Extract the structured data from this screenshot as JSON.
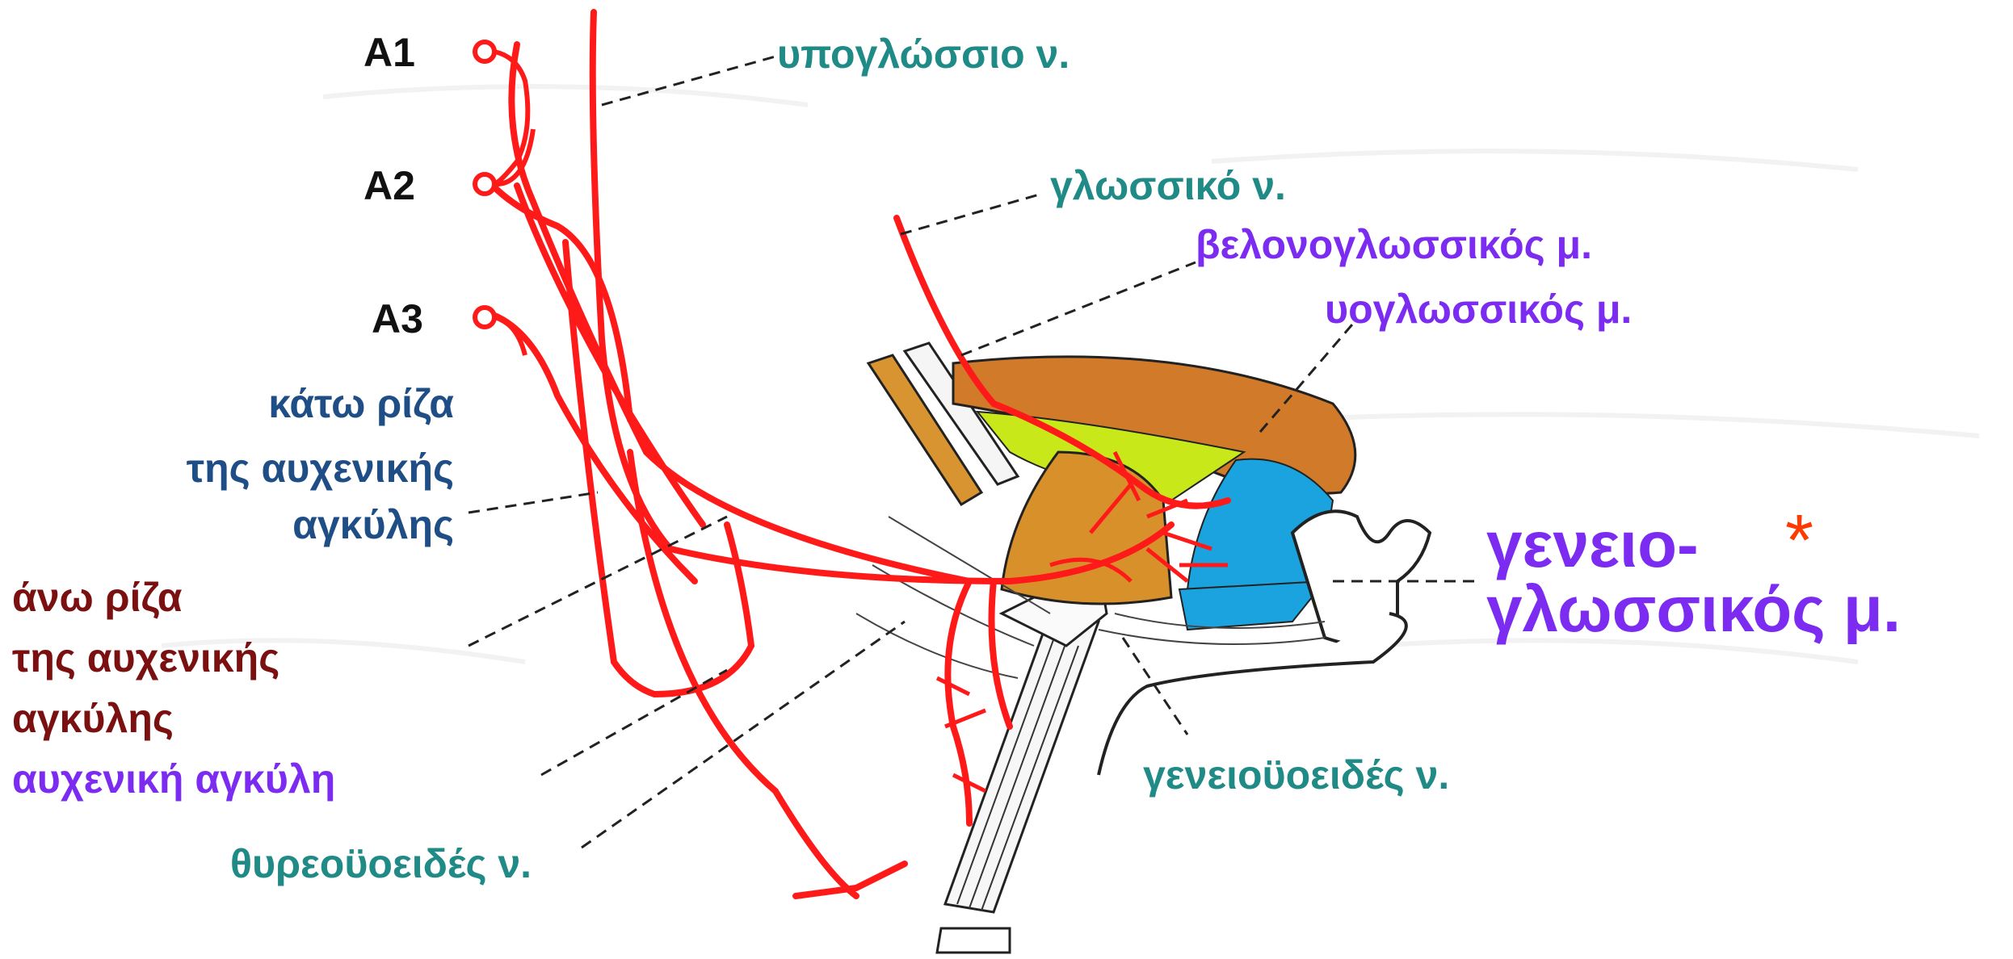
{
  "colors": {
    "nerve_red": "#ff1a1a",
    "teal": "#1f8a86",
    "navy": "#1f4e86",
    "dark_red": "#7a1010",
    "purple": "#7b2cf0",
    "big_purple": "#7b2cf0",
    "star": "#ff3a00",
    "styloglossus": "#d89430",
    "hyoglossus_yellow": "#c8e81a",
    "tongue_orange": "#d07a2a",
    "genioglossus_blue": "#1aa3de"
  },
  "labels": {
    "a1": "A1",
    "a2": "A2",
    "a3": "A3",
    "hypoglossal_nerve": "υπογλώσσιο ν.",
    "lingual_nerve": "γλωσσικό ν.",
    "styloglossus": "βελονογλωσσικός μ.",
    "hyoglossus": "υογλωσσικός μ.",
    "genioglossus_line1": "γενειο-",
    "genioglossus_line2": "γλωσσικός μ.",
    "star": "*",
    "inferior_root_1": "κάτω ρίζα",
    "inferior_root_2": "της αυχενικής",
    "inferior_root_3": "αγκύλης",
    "superior_root_1": "άνω ρίζα",
    "superior_root_2": "της αυχενικής",
    "superior_root_3": "αγκύλης",
    "ansa_cervicalis": "αυχενική αγκύλη",
    "geniohyoid_nerve": "γενειοϋοειδές ν.",
    "thyrohyoid_nerve": "θυρεοϋοειδές ν."
  }
}
